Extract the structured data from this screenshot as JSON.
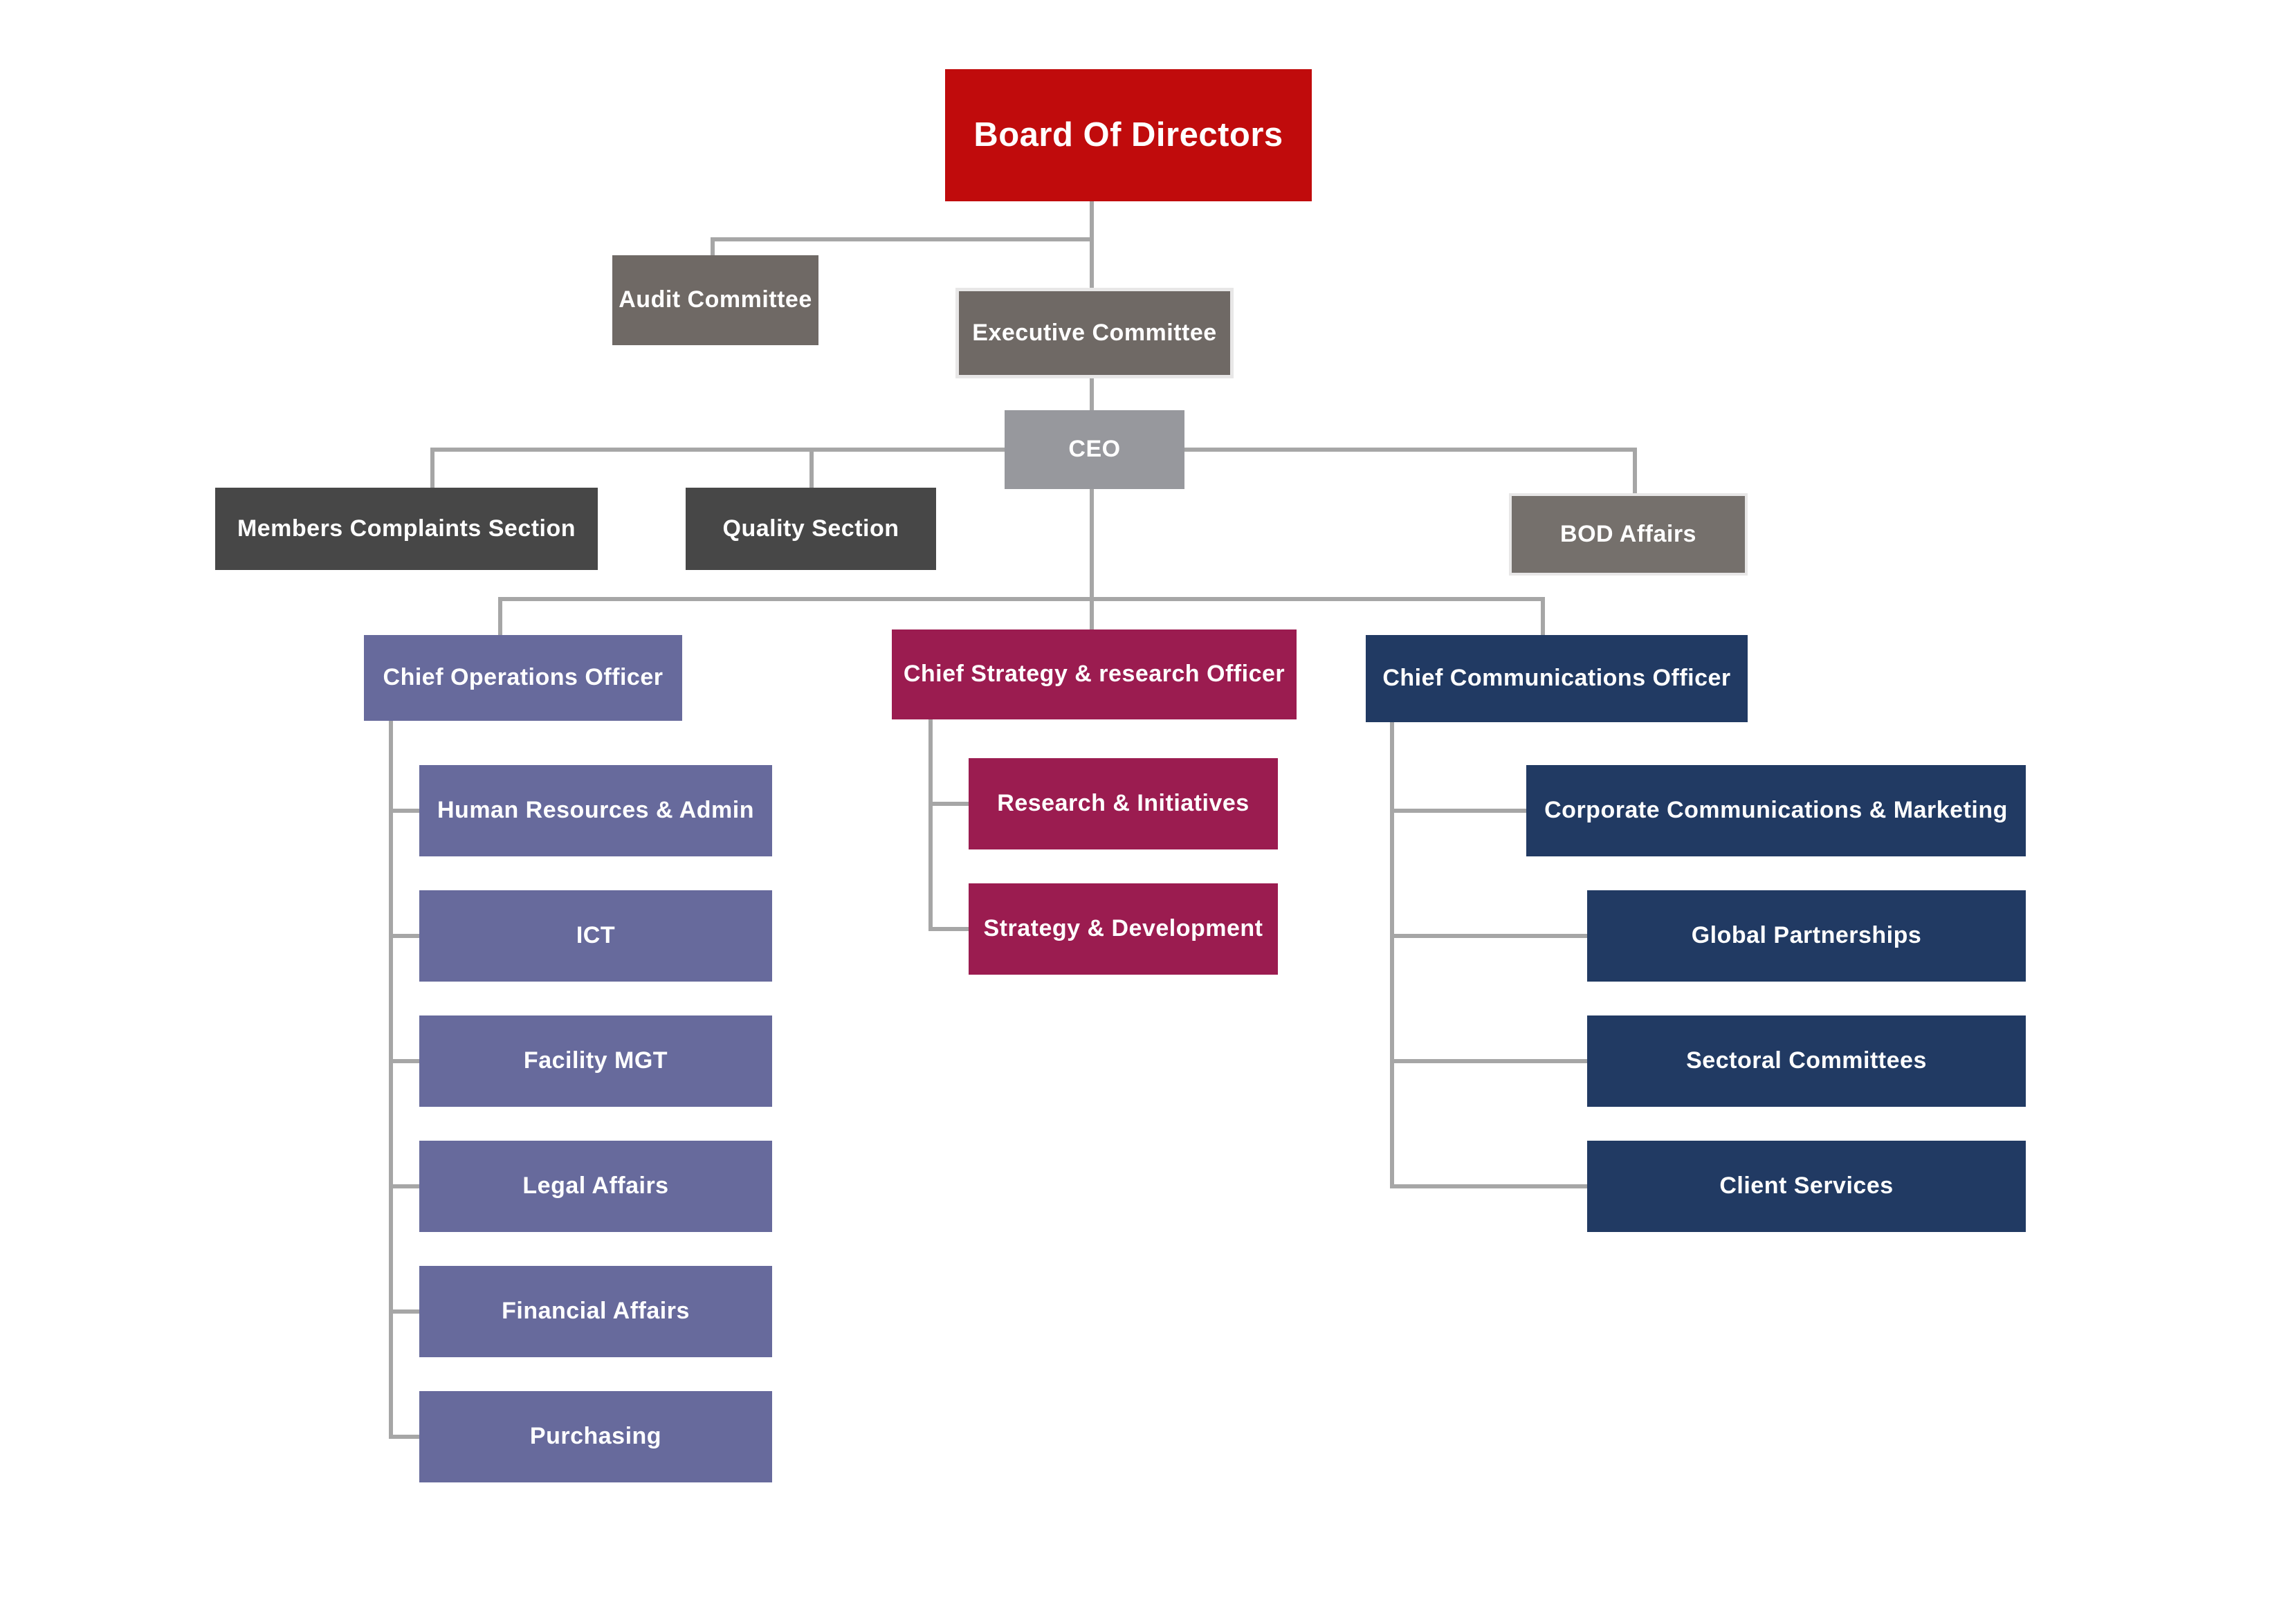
{
  "board": {
    "label": "Board Of Directors"
  },
  "audit": {
    "label": "Audit Committee"
  },
  "exec": {
    "label": "Executive Committee"
  },
  "ceo": {
    "label": "CEO"
  },
  "ceo_staff": {
    "members": {
      "label": "Members Complaints Section"
    },
    "quality": {
      "label": "Quality Section"
    },
    "bod_affairs": {
      "label": "BOD Affairs"
    }
  },
  "chiefs": {
    "coo": {
      "label": "Chief Operations Officer"
    },
    "cso": {
      "label": "Chief Strategy & research Officer"
    },
    "cco": {
      "label": "Chief Communications Officer"
    }
  },
  "coo_depts": [
    {
      "label": "Human Resources & Admin"
    },
    {
      "label": "ICT"
    },
    {
      "label": "Facility MGT"
    },
    {
      "label": "Legal Affairs"
    },
    {
      "label": "Financial Affairs"
    },
    {
      "label": "Purchasing"
    }
  ],
  "cso_depts": [
    {
      "label": "Research & Initiatives"
    },
    {
      "label": "Strategy & Development"
    }
  ],
  "cco_depts": [
    {
      "label": "Corporate Communications & Marketing"
    },
    {
      "label": "Global Partnerships"
    },
    {
      "label": "Sectoral Committees"
    },
    {
      "label": "Client Services"
    }
  ],
  "colors": {
    "board_red": "#c00b0c",
    "committee_gray": "#6f6965",
    "ceo_gray": "#97989d",
    "section_dark_gray": "#474747",
    "bod_affairs_gray": "#75706c",
    "operations_purple": "#676a9c",
    "strategy_maroon": "#9b1c50",
    "communications_navy": "#213a63",
    "connector_gray": "#a6a6a6",
    "background": "#ffffff"
  }
}
